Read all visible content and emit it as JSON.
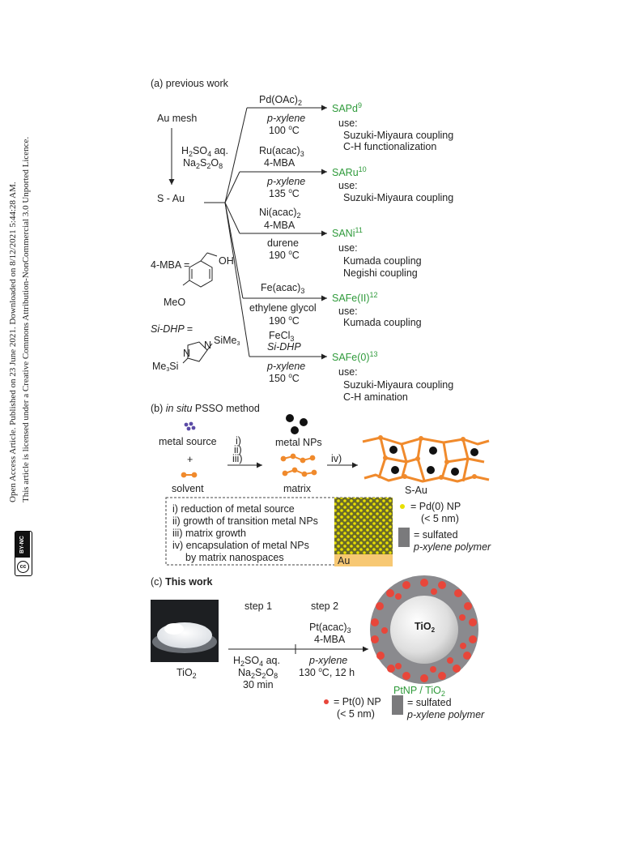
{
  "side": {
    "line1": "Open Access Article. Published on 23 June 2021. Downloaded on 8/12/2021 5:44:28 AM.",
    "line2": "This article is licensed under a Creative Commons Attribution-NonCommercial 3.0 Unported Licence.",
    "badge": "BY-NC",
    "cc": "cc"
  },
  "a": {
    "title": "(a) previous work",
    "au_mesh": "Au mesh",
    "h2so4": "H2SO4 aq.",
    "na2s2o8": "Na2S2O8",
    "s_au": "S - Au",
    "mba_def": "4-MBA =",
    "oh": "OH",
    "meo": "MeO",
    "sidhp_def": "Si-DHP =",
    "sime3": "SiMe3",
    "me3si": "Me3Si",
    "n": "N",
    "use": "use:",
    "routes": [
      {
        "reagent1": "Pd(OAc)2",
        "solvent": "p-xylene",
        "temp": "100 oC",
        "product": "SAPd",
        "ref": "9",
        "uses": [
          "Suzuki-Miyaura coupling",
          "C-H functionalization"
        ]
      },
      {
        "reagent1": "Ru(acac)3",
        "reagent2": "4-MBA",
        "solvent": "p-xylene",
        "temp": "135 oC",
        "product": "SARu",
        "ref": "10",
        "uses": [
          "Suzuki-Miyaura coupling"
        ]
      },
      {
        "reagent1": "Ni(acac)2",
        "reagent2": "4-MBA",
        "solvent": "durene",
        "temp": "190 oC",
        "product": "SANi",
        "ref": "11",
        "uses": [
          "Kumada coupling",
          "Negishi coupling"
        ]
      },
      {
        "reagent1": "Fe(acac)3",
        "solvent": "ethylene glycol",
        "temp": "190 oC",
        "product": "SAFe(II)",
        "ref": "12",
        "uses": [
          "Kumada coupling"
        ]
      },
      {
        "reagent1": "FeCl3",
        "reagent2": "Si-DHP",
        "solvent": "p-xylene",
        "temp": "150 oC",
        "product": "SAFe(0)",
        "ref": "13",
        "uses": [
          "Suzuki-Miyaura coupling",
          "C-H amination"
        ]
      }
    ]
  },
  "b": {
    "title_prefix": "(b) ",
    "title_italic": "in situ",
    "title_suffix": " PSSO method",
    "metal_source": "metal source",
    "plus": "+",
    "solvent": "solvent",
    "steps": [
      "i)",
      "ii)",
      "iii)"
    ],
    "step4": "iv)",
    "metal_nps": "metal NPs",
    "matrix": "matrix",
    "s_au": "S-Au",
    "legend": [
      "i) reduction of metal source",
      "ii) growth of transition metal NPs",
      "iii) matrix growth",
      "iv) encapsulation of metal NPs",
      "by matrix nanospaces"
    ],
    "au": "Au",
    "pd_np": "= Pd(0) NP",
    "pd_size": "(< 5 nm)",
    "sulfated": "= sulfated",
    "polymer": "p-xylene polymer",
    "colors": {
      "orange": "#f08a2c",
      "yellow": "#e8e000",
      "film": "#6a6a2a",
      "gold": "#f7c873",
      "grey": "#7a7a7c"
    }
  },
  "c": {
    "title_prefix": "(c) ",
    "title_bold": "This work",
    "tio2": "TiO2",
    "step1": "step 1",
    "step2": "step 2",
    "pt": "Pt(acac)3",
    "mba": "4-MBA",
    "h2so4": "H2SO4 aq.",
    "na2s2o8": "Na2S2O8",
    "time1": "30 min",
    "solvent": "p-xylene",
    "cond2": "130 oC, 12 h",
    "product": "PtNP / TiO2",
    "pt_np": "= Pt(0) NP",
    "pt_size": "(< 5 nm)",
    "sulfated": "= sulfated",
    "polymer": "p-xylene polymer",
    "core": "TiO2",
    "colors": {
      "red": "#e8463a",
      "shell": "#8a8a8e"
    }
  }
}
